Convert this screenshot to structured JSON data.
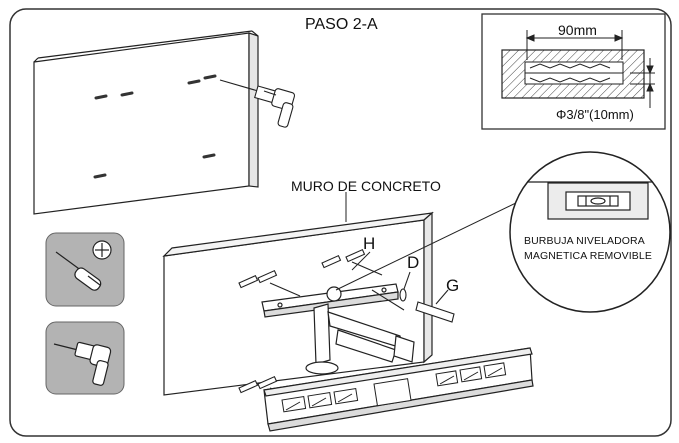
{
  "step": {
    "title": "PASO 2-A"
  },
  "wall": {
    "label": "MURO DE CONCRETO"
  },
  "parts": {
    "h": "H",
    "d": "D",
    "g": "G"
  },
  "drill_detail": {
    "depth": "90mm",
    "diameter": "Φ3/8\"(10mm)"
  },
  "level": {
    "line1": "BURBUJA NIVELADORA",
    "line2": "MAGNETICA REMOVIBLE"
  },
  "tools": [
    "screwdriver-icon",
    "phillips-head-icon",
    "drill-icon"
  ],
  "colors": {
    "line": "#222222",
    "tool_panel": "#b3b3b3",
    "frame": "#333333"
  }
}
